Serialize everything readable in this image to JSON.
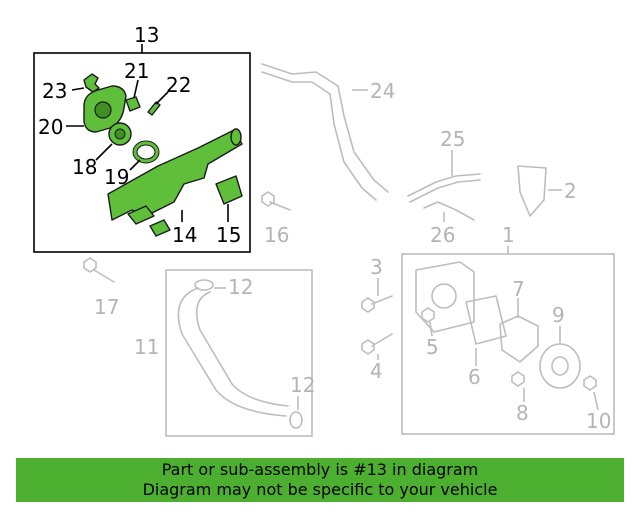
{
  "diagram": {
    "highlight_color": "#5fbf3a",
    "dim_color": "#bdbdbd",
    "callouts_highlighted": [
      "13",
      "21",
      "22",
      "23",
      "20",
      "18",
      "19",
      "14",
      "15"
    ],
    "callouts_dimmed": [
      "24",
      "25",
      "2",
      "16",
      "26",
      "1",
      "3",
      "17",
      "12",
      "7",
      "9",
      "11",
      "5",
      "6",
      "4",
      "12",
      "8",
      "10"
    ]
  },
  "banner": {
    "line1": "Part or sub-assembly is #13 in diagram",
    "line2": "Diagram may not be specific to your vehicle",
    "color": "#4caf2f"
  }
}
